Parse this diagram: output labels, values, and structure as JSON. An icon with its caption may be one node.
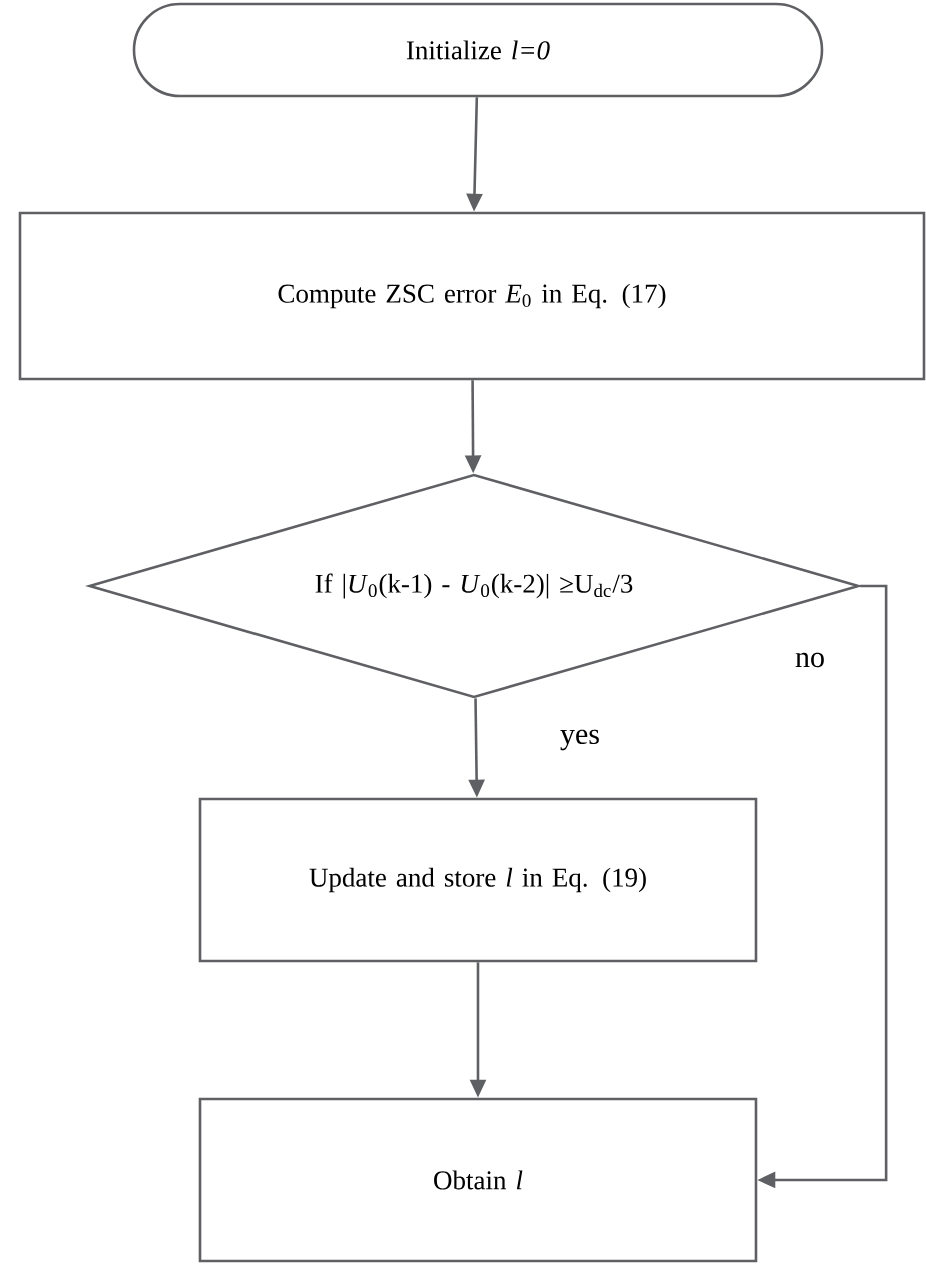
{
  "diagram": {
    "nodes": [
      {
        "text": [
          "Initialize *l=0*"
        ]
      },
      {
        "text": [
          "Compute ZSC error *E*$_{0}$ in Eq. (17)"
        ]
      },
      {
        "text": [
          "If |*U*$_{0}$(k-1) - *U*$_{0}$(k-2)| ≥U$_{dc}$/3"
        ]
      },
      {
        "text": [
          "Update and store *l* in Eq. (19)"
        ]
      },
      {
        "text": [
          "Obtain *l*"
        ]
      }
    ],
    "edges": [
      {
        "from": 0,
        "to": 1,
        "arrow": "to"
      },
      {
        "from": 1,
        "to": 2,
        "arrow": "to"
      },
      {
        "from": 2,
        "to": 3,
        "arrow": "to",
        "label": "yes"
      },
      {
        "from": 3,
        "to": 4,
        "arrow": "to"
      },
      {
        "from": 2,
        "to": 4,
        "arrow": "to",
        "label": "no"
      }
    ]
  }
}
